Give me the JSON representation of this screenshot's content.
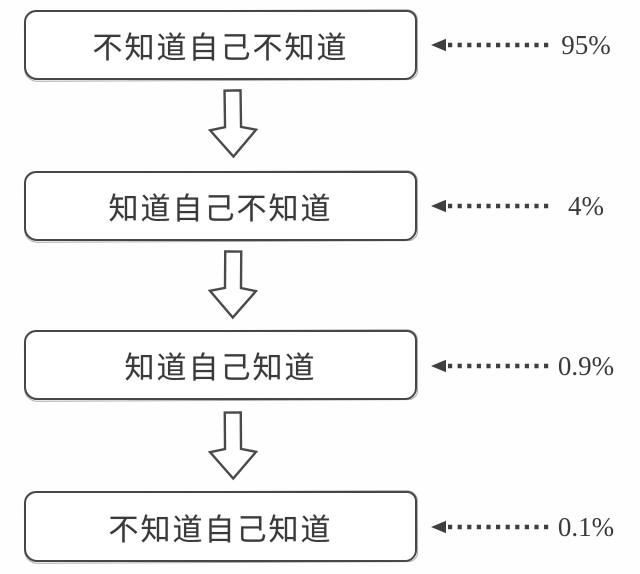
{
  "diagram": {
    "type": "flowchart",
    "background_color": "#fefefe",
    "ink_color": "#474747",
    "text_color": "#3a3a3a",
    "steps": [
      {
        "label": "不知道自己不知道",
        "percent": "95%"
      },
      {
        "label": "知道自己不知道",
        "percent": "4%"
      },
      {
        "label": "知道自己知道",
        "percent": "0.9%"
      },
      {
        "label": "不知道自己知道",
        "percent": "0.1%"
      }
    ],
    "connector": "down-arrow",
    "callout_style": "dotted-left-arrow"
  }
}
